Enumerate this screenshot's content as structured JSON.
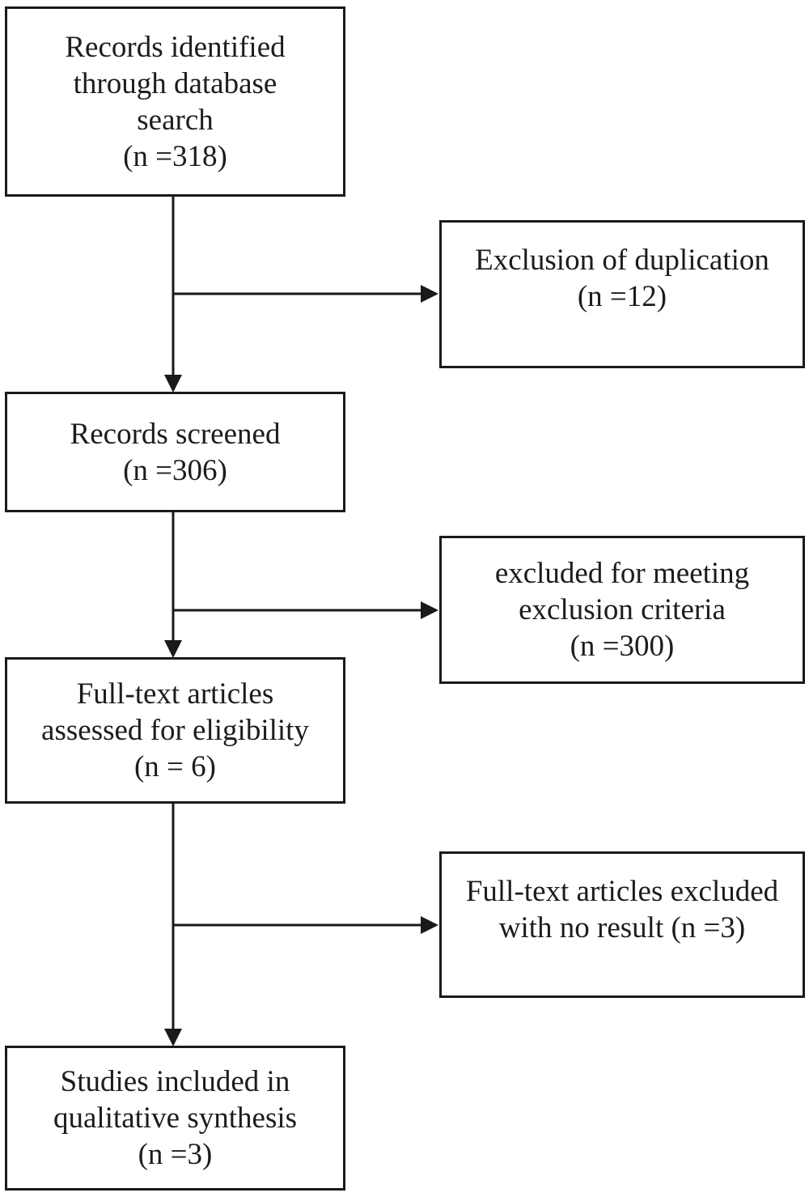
{
  "diagram": {
    "type": "flowchart",
    "colors": {
      "background": "#ffffff",
      "box_fill": "#ffffff",
      "box_border": "#1a1a1a",
      "text": "#1c1c1c",
      "arrow": "#1a1a1a"
    },
    "boxes": {
      "records_identified": {
        "lines": [
          "Records identified",
          "through database",
          "search",
          "(n =318)"
        ],
        "n": 318
      },
      "exclusion_duplication": {
        "lines": [
          "Exclusion of duplication",
          "(n =12)"
        ],
        "n": 12
      },
      "records_screened": {
        "lines": [
          "Records screened",
          "(n =306)"
        ],
        "n": 306
      },
      "excluded_criteria": {
        "lines": [
          "excluded for meeting",
          "exclusion criteria",
          "(n =300)"
        ],
        "n": 300
      },
      "fulltext_assessed": {
        "lines": [
          "Full-text articles",
          "assessed for eligibility",
          "(n = 6)"
        ],
        "n": 6
      },
      "fulltext_excluded": {
        "lines": [
          "Full-text articles excluded",
          "with no result (n =3)"
        ],
        "n": 3
      },
      "studies_included": {
        "lines": [
          "Studies included in",
          "qualitative synthesis",
          "(n =3)"
        ],
        "n": 3
      }
    },
    "flow": [
      "records_identified -> exclusion_duplication",
      "records_identified -> records_screened",
      "records_screened -> excluded_criteria",
      "records_screened -> fulltext_assessed",
      "fulltext_assessed -> fulltext_excluded",
      "fulltext_assessed -> studies_included"
    ]
  }
}
